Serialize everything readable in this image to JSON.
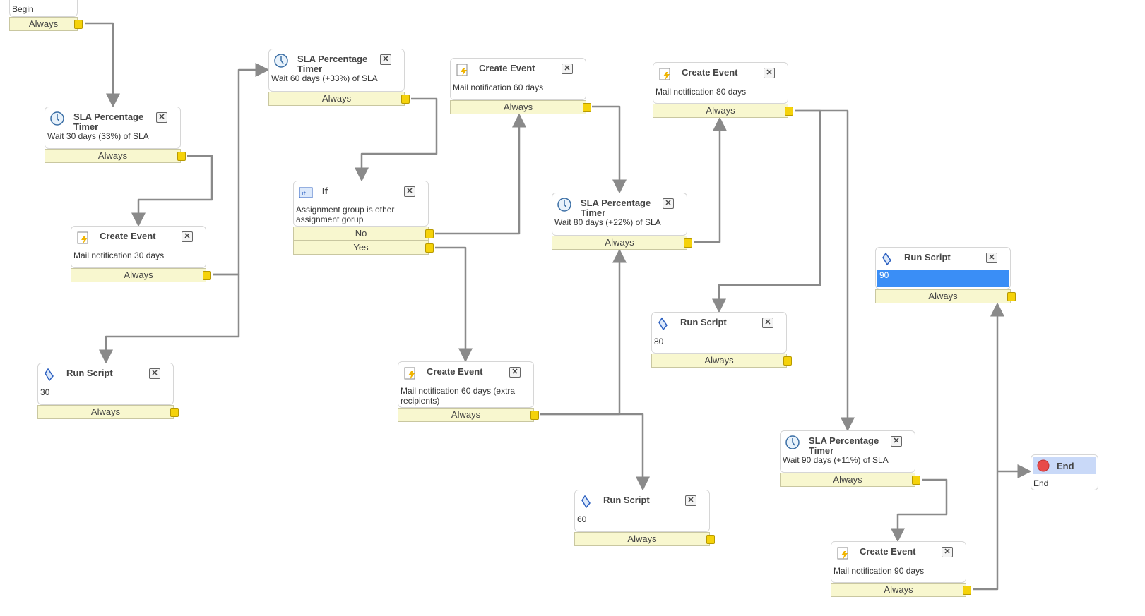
{
  "nodes": {
    "begin": {
      "desc": "Begin",
      "exits": [
        "Always"
      ]
    },
    "sla1": {
      "title": "SLA Percentage Timer",
      "desc": "Wait 30 days (33%) of SLA",
      "exits": [
        "Always"
      ]
    },
    "ce30": {
      "title": "Create Event",
      "desc": "Mail notification 30 days",
      "exits": [
        "Always"
      ]
    },
    "rs30": {
      "title": "Run Script",
      "desc": "30",
      "exits": [
        "Always"
      ]
    },
    "sla2": {
      "title": "SLA Percentage Timer",
      "desc": "Wait 60 days (+33%) of SLA",
      "exits": [
        "Always"
      ]
    },
    "if1": {
      "title": "If",
      "desc": "Assignment group is other assignment gorup",
      "exits": [
        "No",
        "Yes"
      ]
    },
    "ce60": {
      "title": "Create Event",
      "desc": "Mail notification 60 days",
      "exits": [
        "Always"
      ]
    },
    "ce60x": {
      "title": "Create Event",
      "desc": "Mail notification 60 days (extra recipients)",
      "exits": [
        "Always"
      ]
    },
    "sla3": {
      "title": "SLA Percentage Timer",
      "desc": "Wait 80 days (+22%) of SLA",
      "exits": [
        "Always"
      ]
    },
    "rs60": {
      "title": "Run Script",
      "desc": "60",
      "exits": [
        "Always"
      ]
    },
    "ce80": {
      "title": "Create Event",
      "desc": "Mail notification 80 days",
      "exits": [
        "Always"
      ]
    },
    "rs80": {
      "title": "Run Script",
      "desc": "80",
      "exits": [
        "Always"
      ]
    },
    "rs90": {
      "title": "Run Script",
      "desc": "90",
      "exits": [
        "Always"
      ]
    },
    "sla4": {
      "title": "SLA Percentage Timer",
      "desc": "Wait 90 days (+11%) of SLA",
      "exits": [
        "Always"
      ]
    },
    "ce90": {
      "title": "Create Event",
      "desc": "Mail notification 90 days",
      "exits": [
        "Always"
      ]
    },
    "end": {
      "title": "End",
      "desc": "End"
    }
  },
  "close_glyph": "✕",
  "colors": {
    "wire": "#8a8a8a",
    "bar": "#f8f7cf",
    "port": "#f5d20a",
    "selected": "#3a8ef6"
  }
}
